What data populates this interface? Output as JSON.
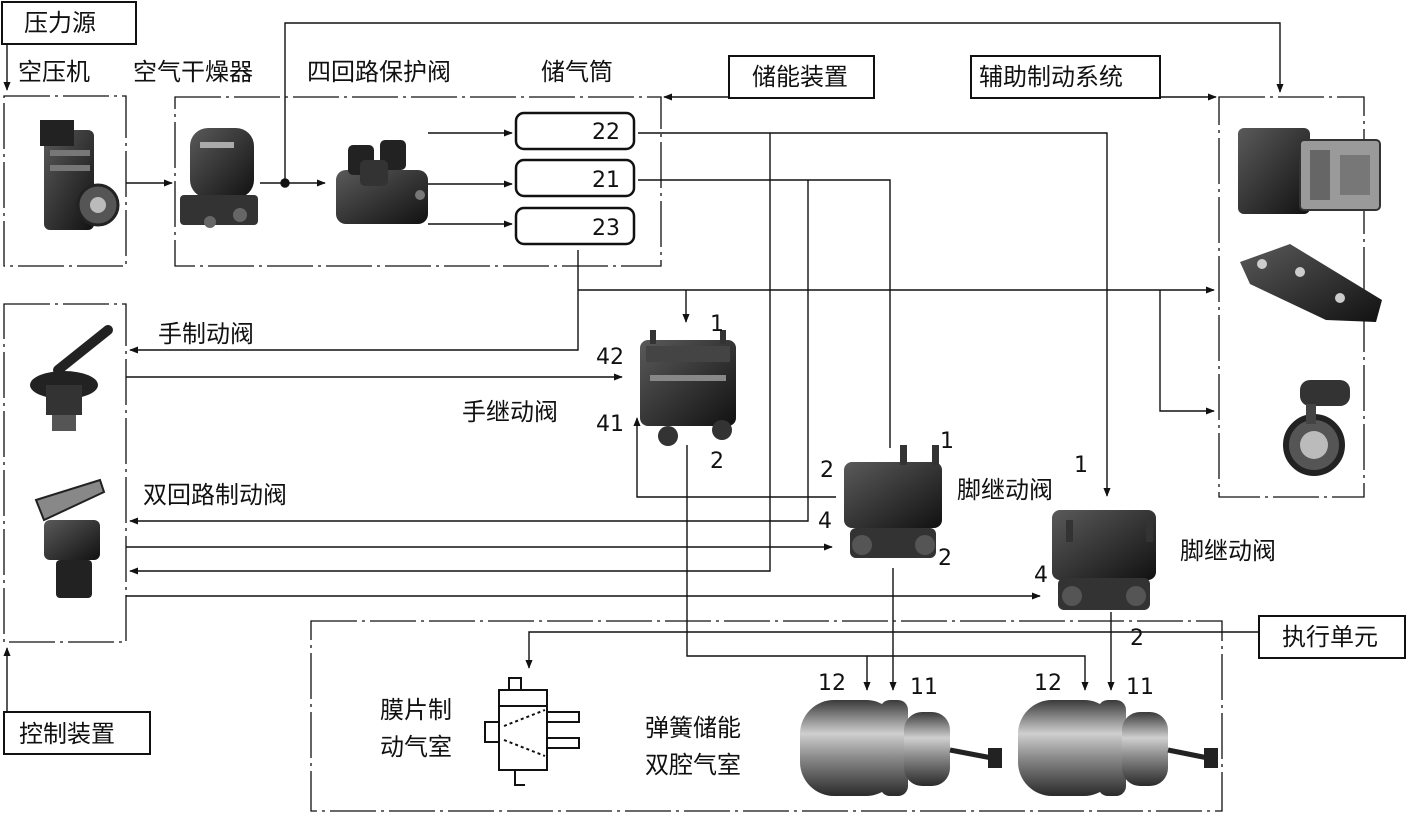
{
  "labels": {
    "pressure_source": "压力源",
    "compressor": "空压机",
    "air_dryer": "空气干燥器",
    "four_circuit_valve": "四回路保护阀",
    "air_reservoir": "储气筒",
    "energy_storage": "储能装置",
    "aux_brake_system": "辅助制动系统",
    "hand_brake_valve": "手制动阀",
    "hand_relay_valve": "手继动阀",
    "dual_circuit_brake_valve": "双回路制动阀",
    "foot_relay_valve_1": "脚继动阀",
    "foot_relay_valve_2": "脚继动阀",
    "execution_unit": "执行单元",
    "control_device": "控制装置",
    "diaphragm_chamber_line1": "膜片制",
    "diaphragm_chamber_line2": "动气室",
    "spring_chamber_line1": "弹簧储能",
    "spring_chamber_line2": "双腔气室"
  },
  "reservoirs": [
    "22",
    "21",
    "23"
  ],
  "ports": {
    "hand_relay_in": "1",
    "hand_relay_42": "42",
    "hand_relay_41": "41",
    "hand_relay_out": "2",
    "foot1_in": "1",
    "foot1_ctrl2": "2",
    "foot1_ctrl4": "4",
    "foot1_out": "2",
    "foot2_in": "1",
    "foot2_ctrl4": "4",
    "foot2_out": "2",
    "chamber1_12": "12",
    "chamber1_11": "11",
    "chamber2_12": "12",
    "chamber2_11": "11"
  }
}
